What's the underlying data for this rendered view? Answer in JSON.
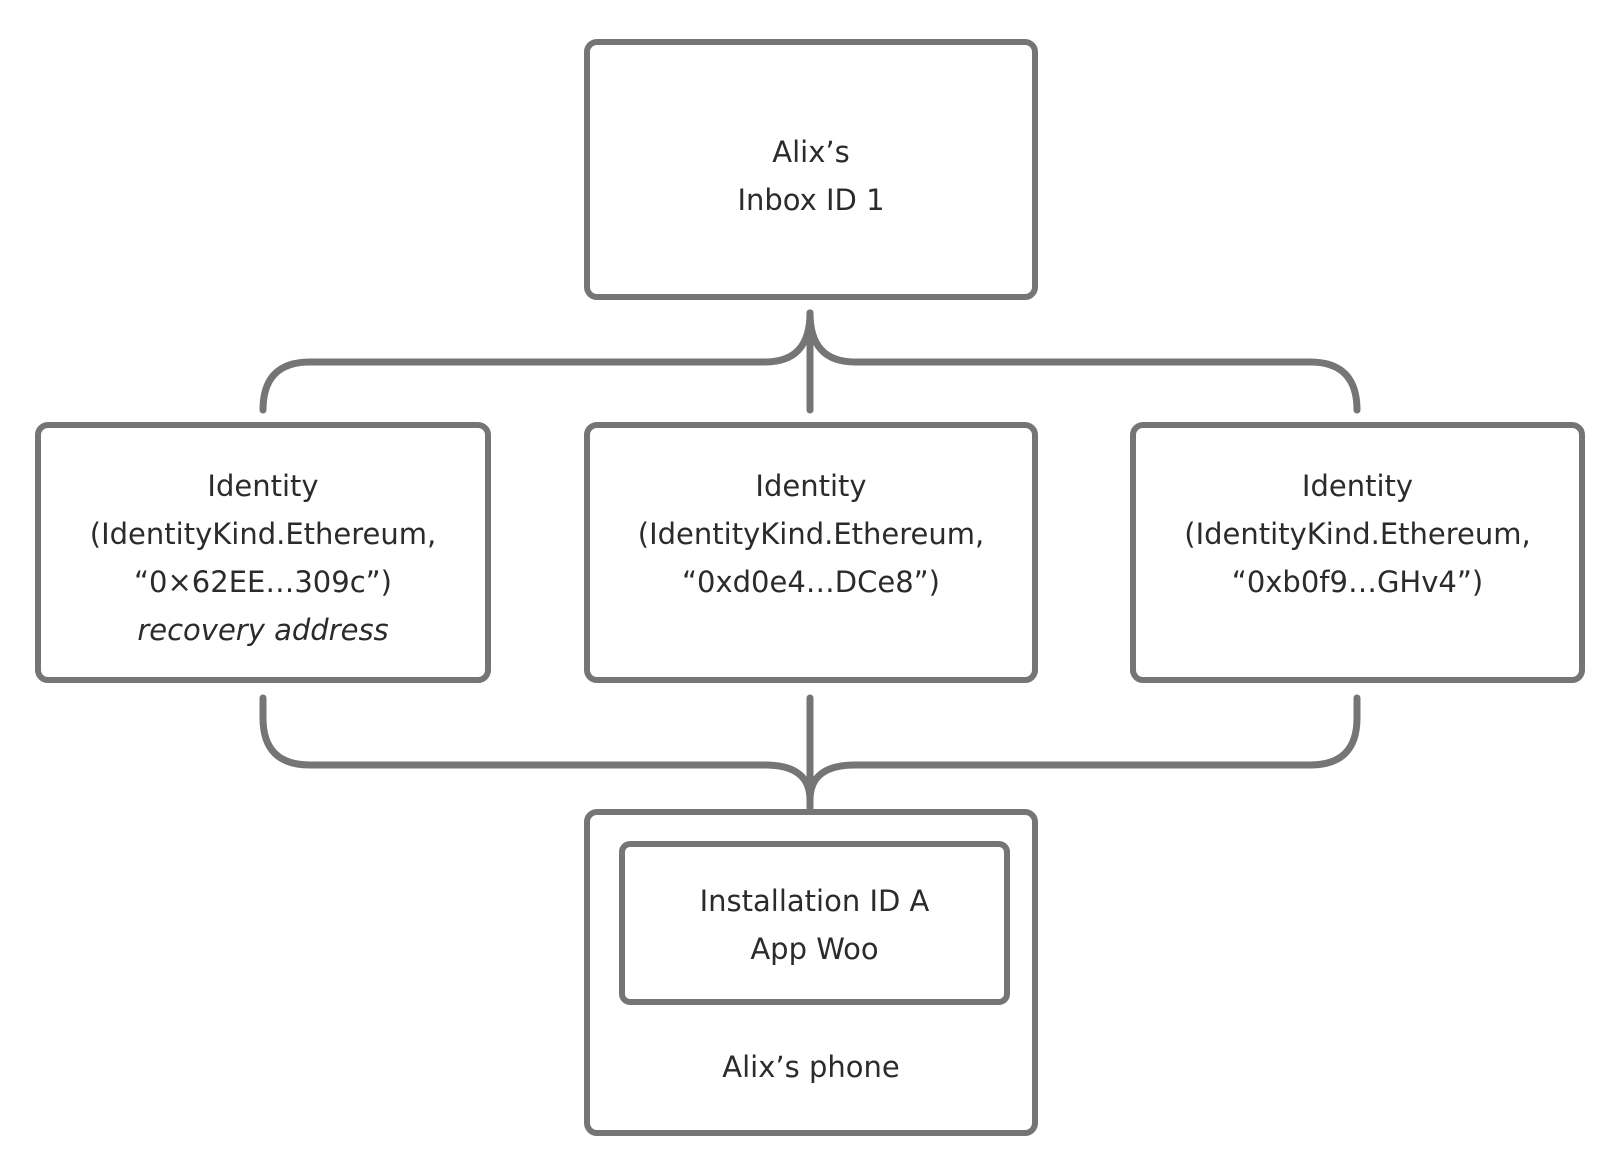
{
  "inbox": {
    "line1": "Alix’s",
    "line2": "Inbox ID 1"
  },
  "identities": [
    {
      "title": "Identity",
      "kind": "(IdentityKind.Ethereum,",
      "address": "“0×62EE…309c”)",
      "note": "recovery address"
    },
    {
      "title": "Identity",
      "kind": "(IdentityKind.Ethereum,",
      "address": "“0xd0e4…DCe8”)"
    },
    {
      "title": "Identity",
      "kind": "(IdentityKind.Ethereum,",
      "address": "“0xb0f9…GHv4”)"
    }
  ],
  "device": {
    "installation_line1": "Installation ID A",
    "installation_line2": "App Woo",
    "label": "Alix’s phone"
  },
  "colors": {
    "stroke": "#757575",
    "text": "#2b2b2b",
    "background": "#ffffff"
  }
}
